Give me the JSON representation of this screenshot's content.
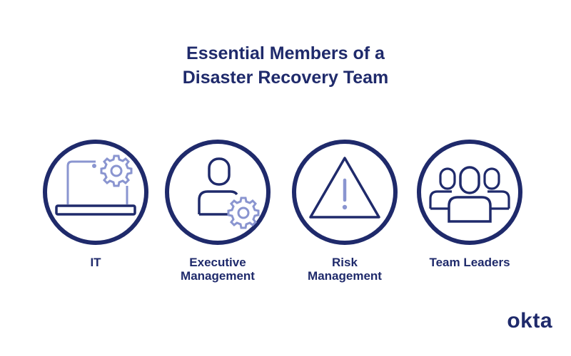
{
  "title": {
    "line1": "Essential Members of a",
    "line2": "Disaster Recovery Team"
  },
  "members": [
    {
      "id": "it",
      "label_lines": [
        "IT"
      ],
      "icon": "laptop-gear-icon"
    },
    {
      "id": "executive",
      "label_lines": [
        "Executive",
        "Management"
      ],
      "icon": "person-gear-icon"
    },
    {
      "id": "risk",
      "label_lines": [
        "Risk",
        "Management"
      ],
      "icon": "warning-triangle-icon"
    },
    {
      "id": "team",
      "label_lines": [
        "Team Leaders"
      ],
      "icon": "people-group-icon"
    }
  ],
  "logo": "okta",
  "colors": {
    "primary": "#1f2a6b",
    "accent": "#8a95d0"
  }
}
